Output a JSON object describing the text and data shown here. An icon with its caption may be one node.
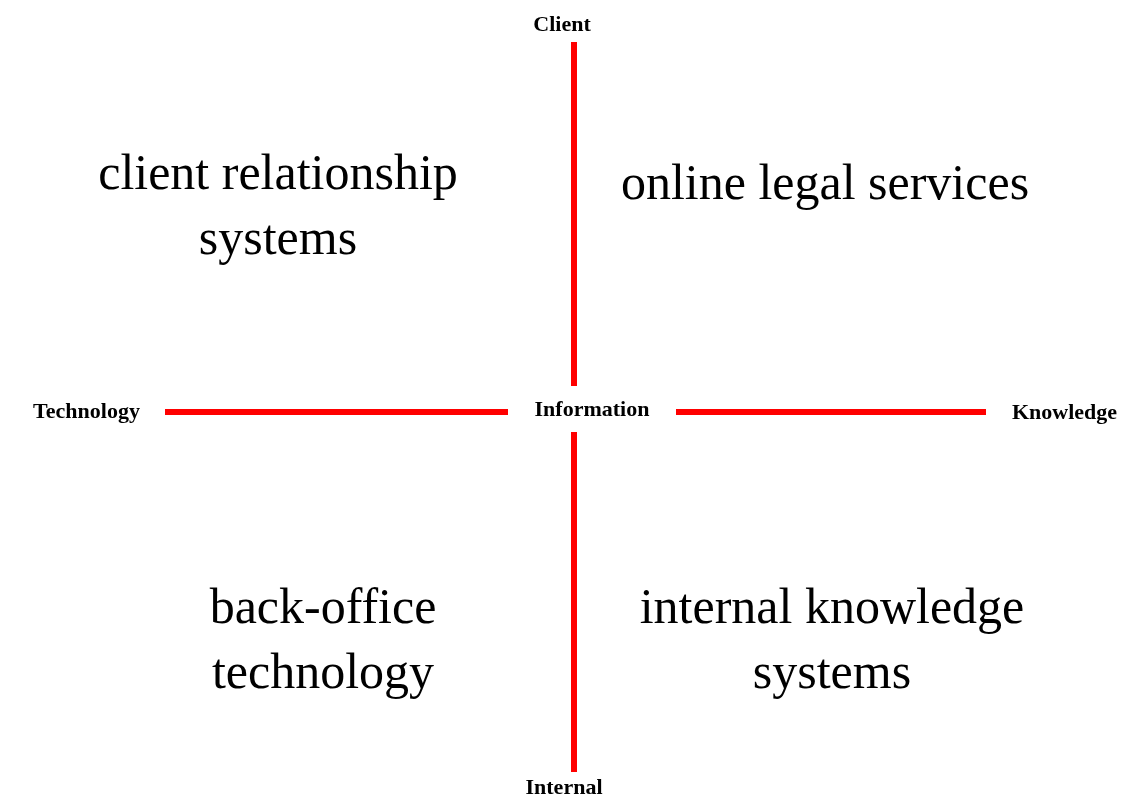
{
  "diagram": {
    "nodes": [
      {
        "text": [
          "Client"
        ]
      },
      {
        "text": [
          "Technology"
        ]
      },
      {
        "text": [
          "Information"
        ]
      },
      {
        "text": [
          "Knowledge"
        ]
      },
      {
        "text": [
          "Internal"
        ]
      }
    ],
    "edges": [
      {
        "from": 2,
        "to": 0,
        "arrow": "none"
      },
      {
        "from": 2,
        "to": 1,
        "arrow": "none"
      },
      {
        "from": 2,
        "to": 3,
        "arrow": "none"
      },
      {
        "from": 2,
        "to": 4,
        "arrow": "none"
      }
    ],
    "labels": [
      "client relationship systems",
      "online legal services",
      "back-office technology",
      "internal knowledge systems"
    ]
  }
}
